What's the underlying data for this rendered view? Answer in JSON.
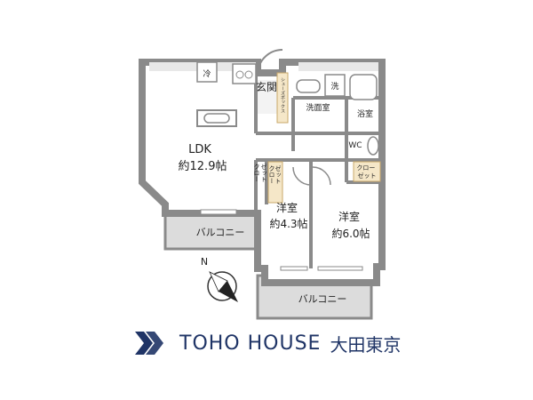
{
  "rooms": {
    "ldk": {
      "name": "LDK",
      "size": "約12.9帖"
    },
    "western1": {
      "name": "洋室",
      "size": "約4.3帖"
    },
    "western2": {
      "name": "洋室",
      "size": "約6.0帖"
    },
    "entrance": "玄関",
    "washroom": "洗面室",
    "bath": "浴室",
    "wc": "WC",
    "closet_left": [
      "クロー",
      "ゼット"
    ],
    "closet_center": [
      "クロー",
      "ゼット"
    ],
    "closet_right": [
      "クロー",
      "ゼット"
    ],
    "shoe_box": "シューズボックス",
    "balcony_left": "バルコニー",
    "balcony_bottom": "バルコニー"
  },
  "fixtures": {
    "fridge": "冷",
    "washer": "洗"
  },
  "compass": {
    "label": "N"
  },
  "brand": {
    "name": "TOHO HOUSE",
    "branch": "大田東京"
  },
  "colors": {
    "wall": "#8a8a8a",
    "floor": "#ffffff",
    "balcony": "#dcdcdc",
    "brand": "#1f3466"
  }
}
